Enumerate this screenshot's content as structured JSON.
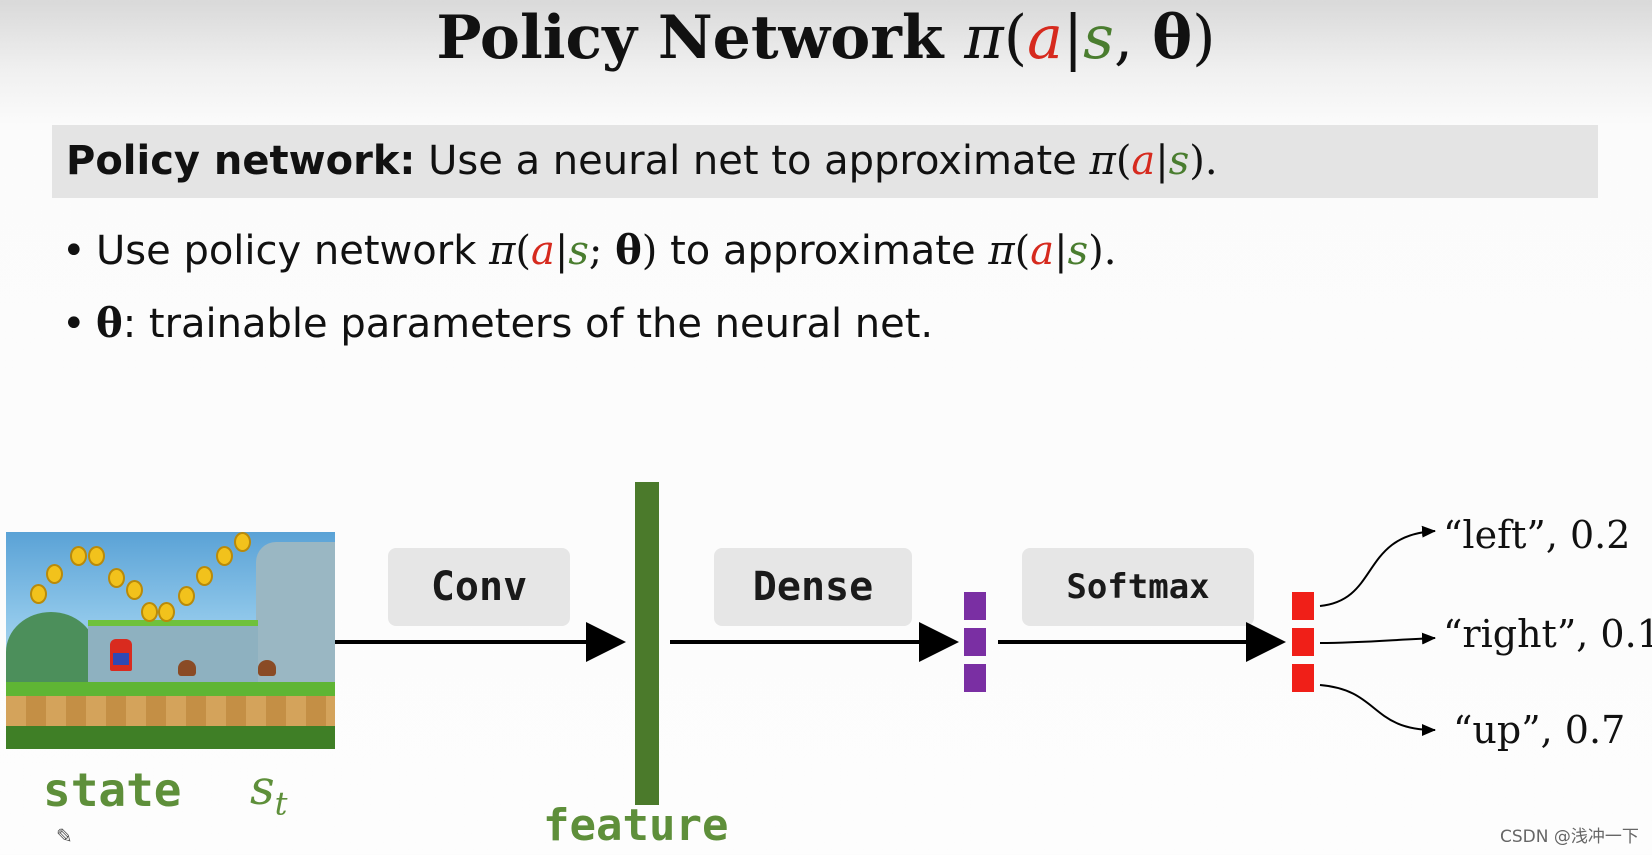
{
  "title": {
    "text": "Policy Network",
    "pi": "π",
    "open": "(",
    "a": "a",
    "bar": "|",
    "s": "s",
    "comma": ", ",
    "theta": "θ",
    "close": ")"
  },
  "definition": {
    "head": "Policy network:",
    "text": " Use a neural net to approximate ",
    "pi": "π",
    "open": "(",
    "a": "a",
    "bar": "|",
    "s": "s",
    "close": ").",
    "colors": {
      "a": "#d62a1e",
      "s": "#4a7d2f"
    }
  },
  "bullets": [
    {
      "dot": "•",
      "pre": "Use policy network ",
      "pi": "π",
      "open": "(",
      "a": "a",
      "bar": "|",
      "s": "s",
      "semi": "; ",
      "theta": "θ",
      "close": ")",
      "mid": " to approximate ",
      "pi2": "π",
      "open2": "(",
      "a2": "a",
      "bar2": "|",
      "s2": "s",
      "close2": ")."
    },
    {
      "dot": "•",
      "theta": "θ",
      "text": ": trainable parameters of the neural net."
    }
  ],
  "diagram": {
    "state_label": "state",
    "state_symbol": "s",
    "state_subscript": "t",
    "conv": "Conv",
    "feature": "feature",
    "dense": "Dense",
    "softmax": "Softmax",
    "outputs": [
      {
        "label": "“left”, 0.2"
      },
      {
        "label": "“right”, 0.1"
      },
      {
        "label": "“up”, 0.7"
      }
    ]
  },
  "watermark": "CSDN @浅冲一下"
}
